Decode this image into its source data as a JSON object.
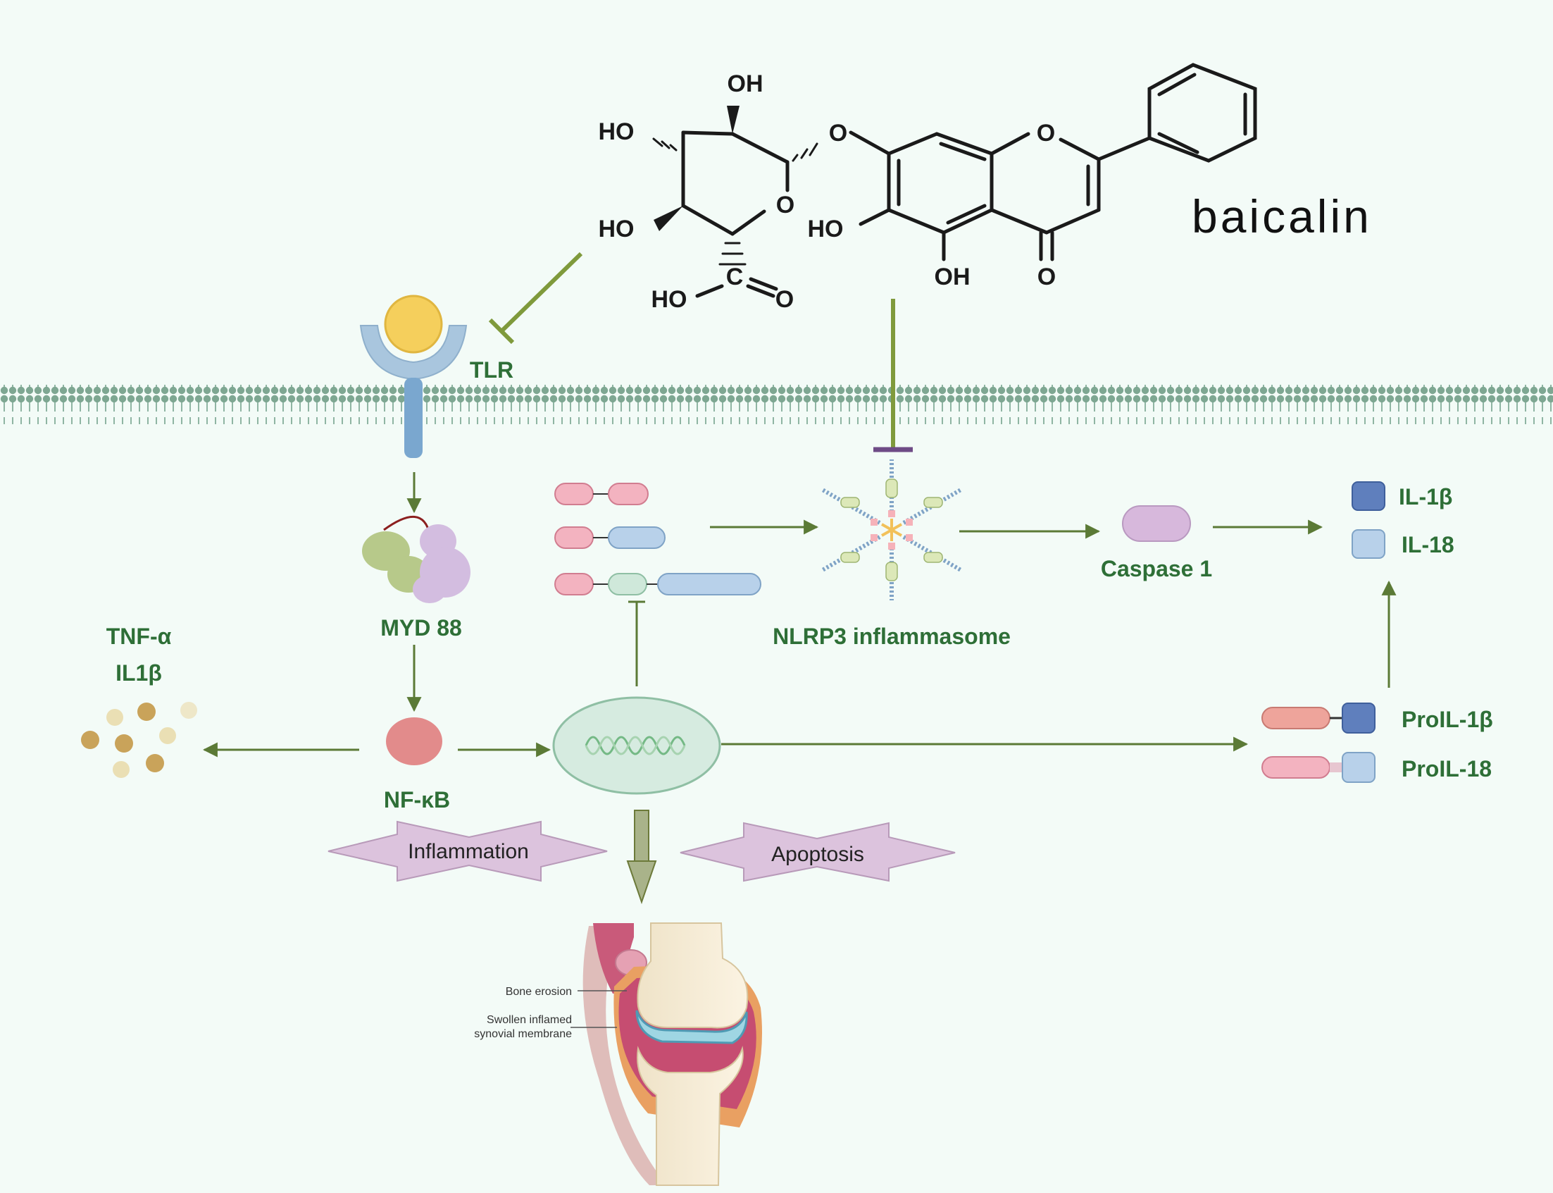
{
  "compound": {
    "name": "baicalin",
    "atoms": {
      "oh_top": "OH",
      "ho_1": "HO",
      "ho_2": "HO",
      "ho_3": "HO",
      "ho_4": "HO",
      "o_link": "O",
      "o_ring_sugar": "O",
      "o_ring_chromone": "O",
      "o_keto": "O",
      "oh_bottom": "OH",
      "c_carboxyl": "C",
      "o_carboxyl": "O"
    }
  },
  "nodes": {
    "tlr": "TLR",
    "myd88": "MYD 88",
    "nfkb": "NF-κB",
    "tnf": "TNF-α",
    "il1b_left": "IL1β",
    "nlrp3": "NLRP3 inflammasome",
    "caspase1": "Caspase 1",
    "il1b": "IL-1β",
    "il18": "IL-18",
    "proil1b": "ProIL-1β",
    "proil18": "ProIL-18"
  },
  "outcomes": {
    "inflammation": "Inflammation",
    "apoptosis": "Apoptosis"
  },
  "joint": {
    "bone_erosion": "Bone erosion",
    "swollen_line1": "Swollen inflamed",
    "swollen_line2": "synovial membrane"
  },
  "colors": {
    "arrow": "#5b7a36",
    "label_green": "#2e6f37",
    "membrane": "#7ea792",
    "star_fill": "#dcc3dd",
    "nfkb": "#e28b8b",
    "caspase": "#d7b8dc",
    "il1b": "#5f7fbd",
    "il18": "#b8d1ea",
    "inhibit_bar": "#6e4b86"
  }
}
